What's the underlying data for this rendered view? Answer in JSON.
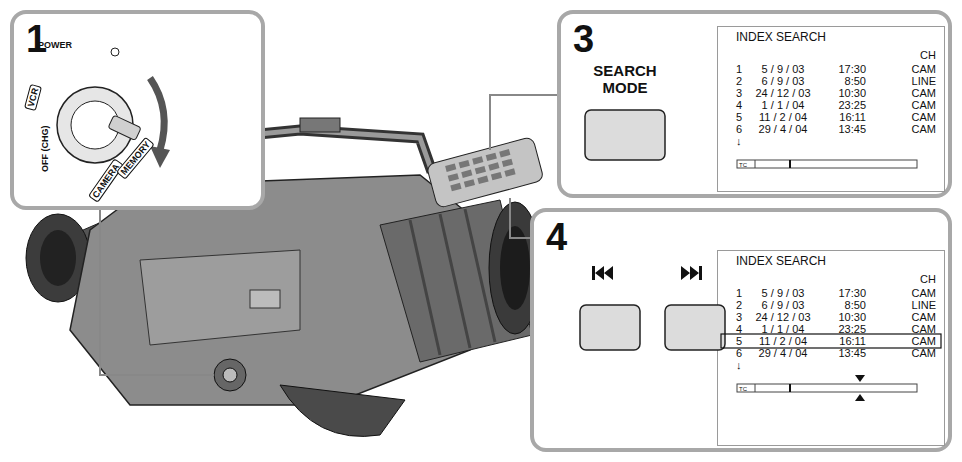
{
  "diagram": {
    "nodes": [
      {
        "text": [
          "1"
        ]
      },
      {
        "text": [
          "3"
        ]
      },
      {
        "text": [
          "SEARCH MODE"
        ],
        "in": 1
      },
      {
        "text": [
          "INDEX SEARCH",
          "CH",
          "1",
          "5 / 9 / 03",
          "17:30",
          "CAM",
          "2",
          "6 / 9 / 03",
          "8:50",
          "LINE",
          "3",
          "24 / 12 / 03",
          "10:30",
          "CAM",
          "4",
          "1 / 1 / 04",
          "23:25",
          "CAM",
          "5",
          "11 / 2 / 04",
          "16:11",
          "CAM",
          "6",
          "29 / 4 / 04",
          "13:45",
          "CAM",
          "↓",
          "TC"
        ],
        "in": 1
      },
      {
        "text": [
          "4"
        ]
      },
      {
        "text": [
          "INDEX SEARCH",
          "CH",
          "1",
          "5 / 9 / 03",
          "17:30",
          "CAM",
          "2",
          "6 / 9 / 03",
          "8:50",
          "LINE",
          "3",
          "24 / 12 / 03",
          "10:30",
          "CAM",
          "4",
          "1 / 1 / 04",
          "23:25",
          "CAM",
          "5",
          "11 / 2 / 04",
          "16:11",
          "CAM",
          "6",
          "29 / 4 / 04",
          "13:45",
          "CAM",
          "↓",
          "TC"
        ],
        "in": 4
      }
    ],
    "labels": [
      "POWER",
      "VCR",
      "OFF (CHG)",
      "CAMERA",
      "MEMORY"
    ]
  }
}
